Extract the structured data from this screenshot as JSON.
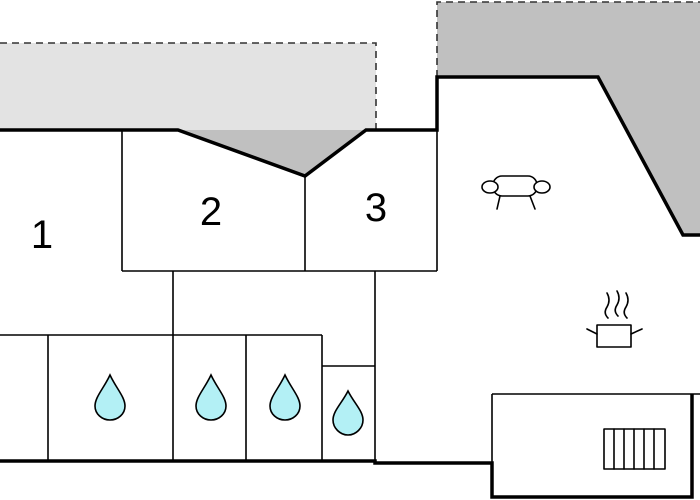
{
  "plan": {
    "rooms": [
      {
        "key": "bedroom_1",
        "label": "1"
      },
      {
        "key": "bedroom_2",
        "label": "2"
      },
      {
        "key": "bedroom_3",
        "label": "3"
      }
    ],
    "icons": [
      {
        "key": "sofa",
        "icon": "sofa-icon"
      },
      {
        "key": "kitchen",
        "icon": "cooking-pot-icon"
      },
      {
        "key": "heater",
        "icon": "radiator-icon"
      },
      {
        "key": "bathroom",
        "icon": "water-drop-icon"
      }
    ],
    "colors": {
      "wall": "#000000",
      "terrace_light": "#e3e3e3",
      "terrace_dark": "#c0c0c0",
      "water": "#b3f0f5",
      "background": "#ffffff"
    }
  }
}
